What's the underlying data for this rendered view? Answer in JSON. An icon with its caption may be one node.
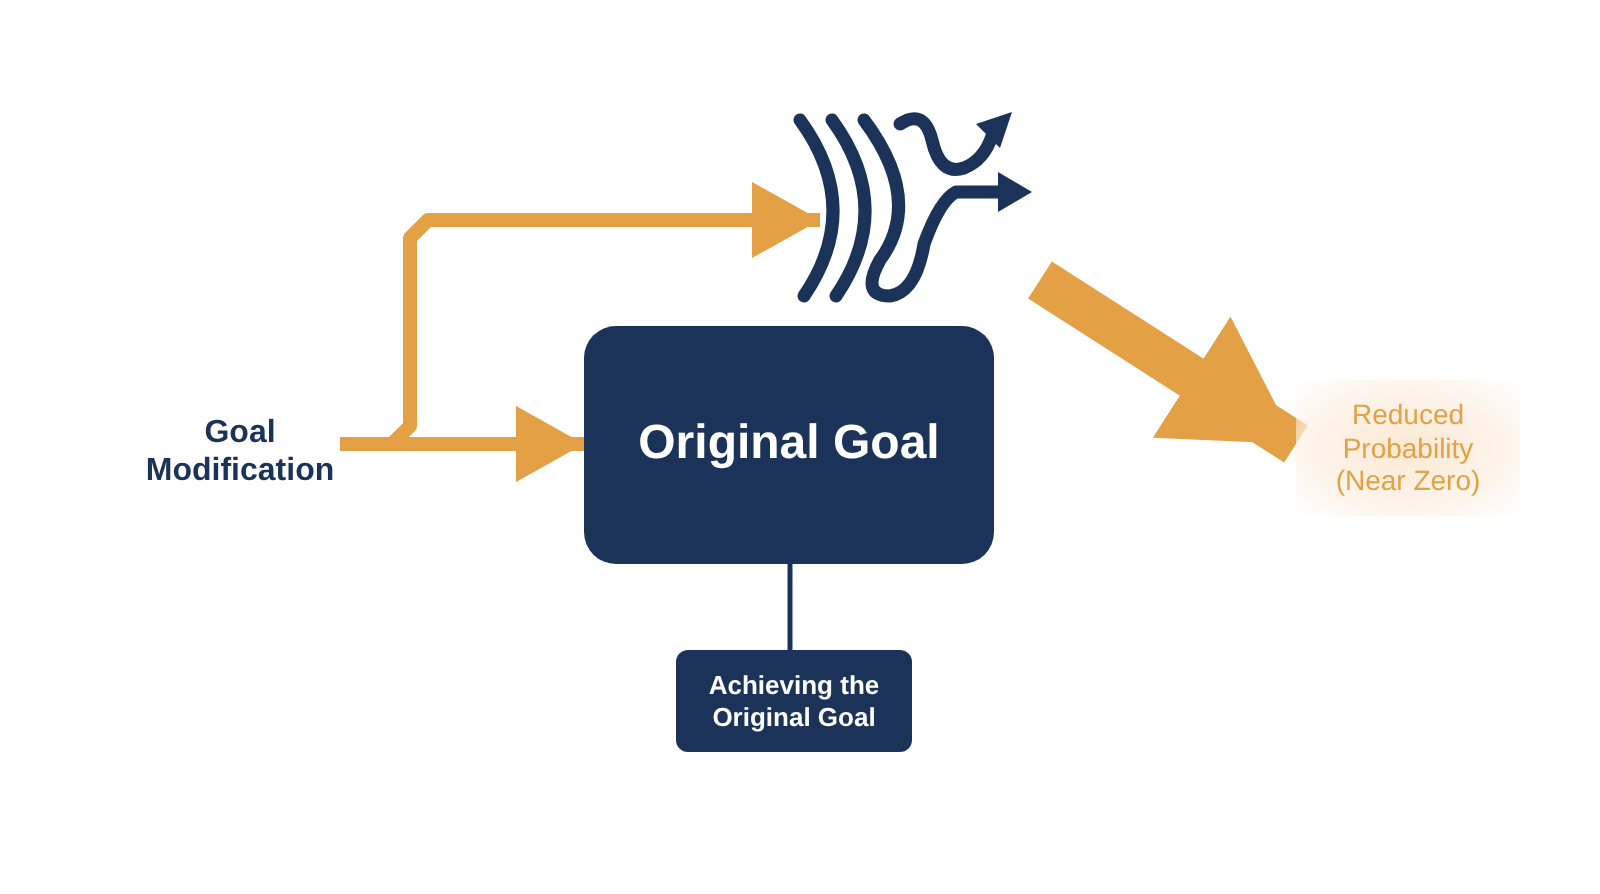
{
  "diagram": {
    "nodes": [
      {
        "text": [
          "Goal Modification"
        ]
      },
      {
        "text": [
          "Original Goal"
        ]
      },
      {
        "text": [
          "Achieving the Original Goal"
        ]
      },
      {
        "text": [],
        "shape": "picture"
      },
      {
        "text": [
          "Reduced Probability (Near Zero)"
        ]
      }
    ],
    "edges": [
      {
        "from": 0,
        "to": 1,
        "arrow": "to"
      },
      {
        "from": 0,
        "to": 3,
        "arrow": "to"
      },
      {
        "from": 1,
        "to": 2,
        "arrow": "none",
        "color": "#1b3358"
      },
      {
        "from": 3,
        "to": 4,
        "arrow": "to",
        "style": "thick"
      }
    ]
  }
}
